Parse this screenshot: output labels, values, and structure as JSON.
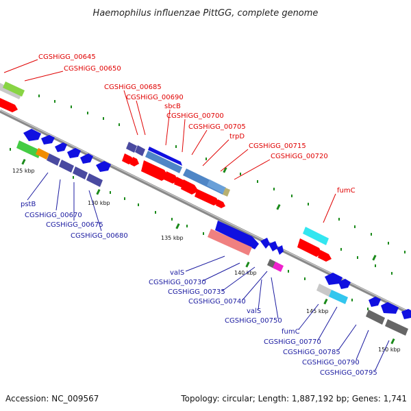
{
  "title": "Haemophilus influenzae PittGG, complete genome",
  "footer": {
    "accession": "Accession: NC_009567",
    "topology": "Topology: circular; Length: 1,887,192 bp; Genes: 1,741"
  },
  "scale": [
    "125 kbp",
    "130 kbp",
    "135 kbp",
    "140 kbp",
    "145 kbp",
    "150 kbp"
  ],
  "forward_labels": [
    "CGSHiGG_00645",
    "CGSHiGG_00650",
    "CGSHiGG_00685",
    "CGSHiGG_00690",
    "sbcB",
    "CGSHiGG_00700",
    "CGSHiGG_00705",
    "trpD",
    "CGSHiGG_00715",
    "CGSHiGG_00720",
    "fumC"
  ],
  "reverse_labels": [
    "pstB",
    "CGSHiGG_00670",
    "CGSHiGG_00675",
    "CGSHiGG_00680",
    "valS",
    "CGSHiGG_00730",
    "CGSHiGG_00735",
    "CGSHiGG_00740",
    "valS",
    "CGSHiGG_00750",
    "fumC",
    "CGSHiGG_00770",
    "CGSHiGG_00785",
    "CGSHiGG_00790",
    "CGSHiGG_00795"
  ],
  "colors": {
    "forward_cds": "#ff0000",
    "reverse_cds": "#1010e0",
    "cog_purple": "#4a4aa0",
    "cog_steelblue": "#4f86c6",
    "cog_pink": "#f08080",
    "cog_cyan": "#33e6f0",
    "cog_grey": "#666666",
    "cog_green": "#44cc44",
    "backbone": "#8a8a8a",
    "gc_ticks": "#1a8a1a"
  }
}
